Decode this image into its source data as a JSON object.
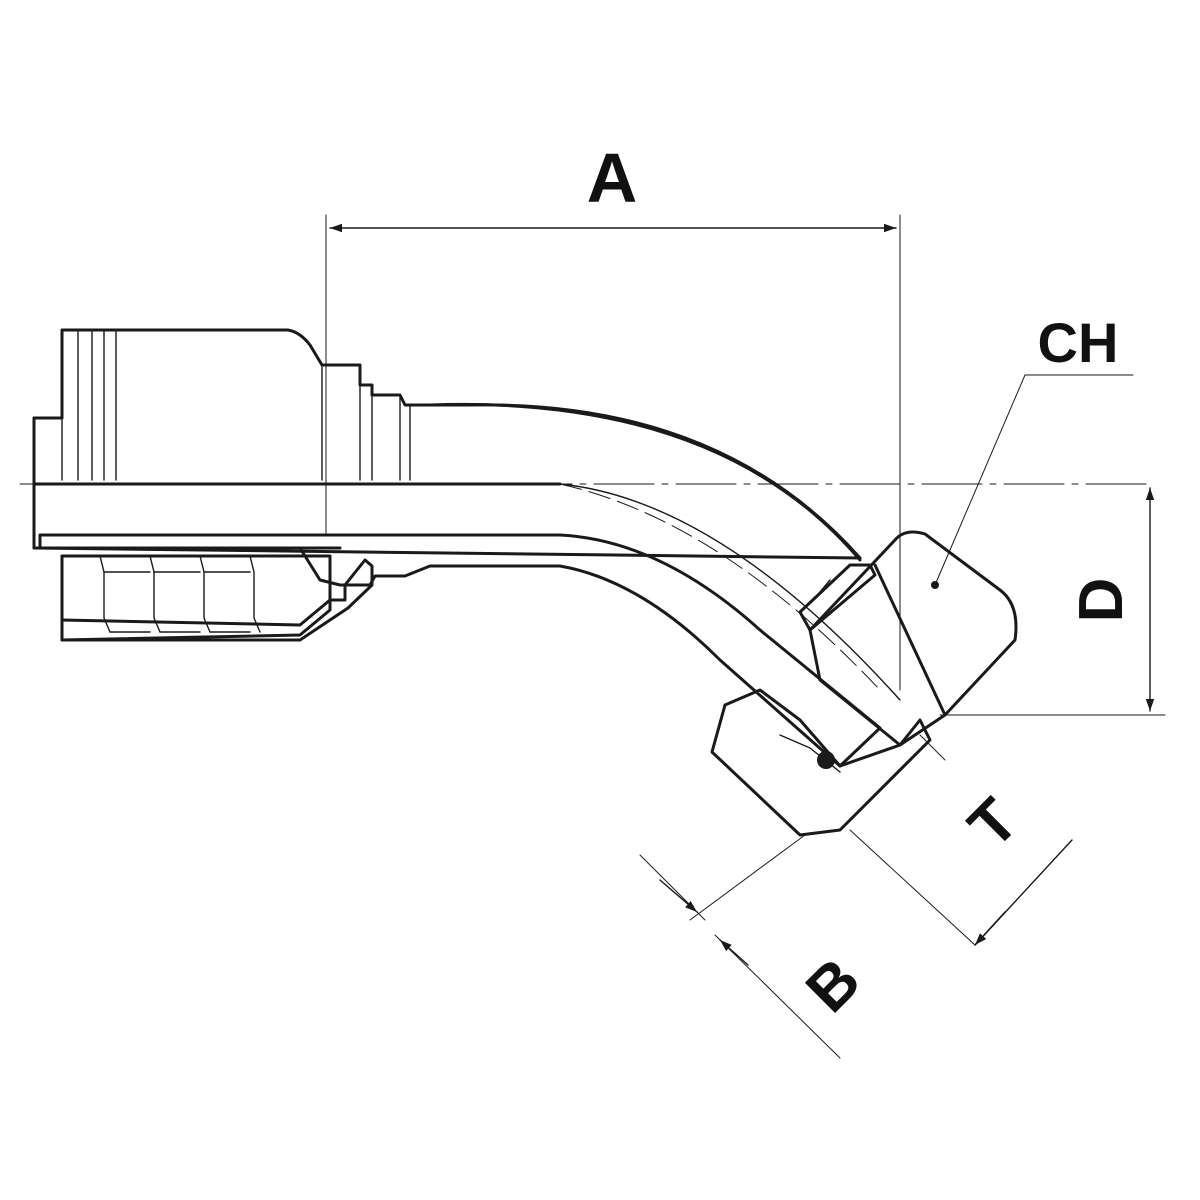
{
  "labels": {
    "a": "A",
    "ch": "CH",
    "d": "D",
    "t": "T",
    "b": "B"
  },
  "colors": {
    "ink": "#1a1a1a",
    "fill": "#ffffff",
    "hatch": "#333333"
  }
}
